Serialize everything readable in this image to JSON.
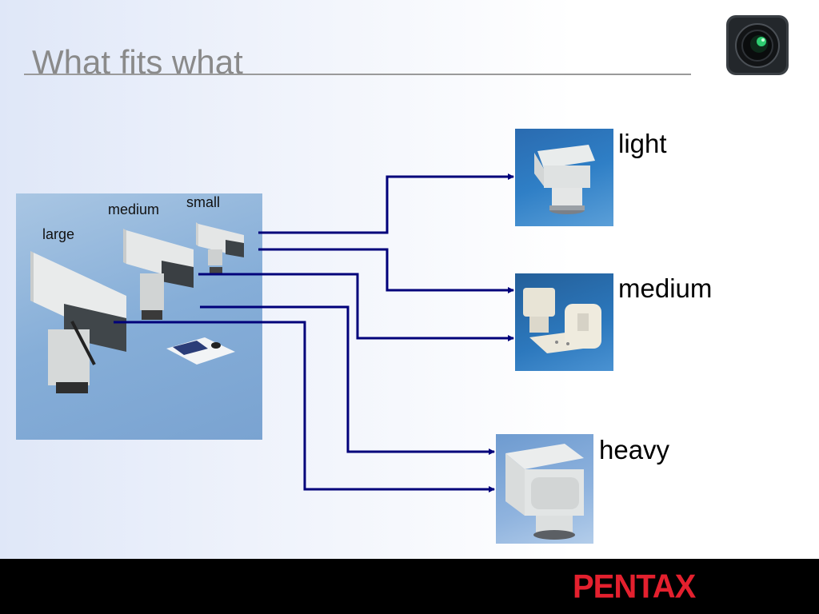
{
  "slide": {
    "title": "What fits what"
  },
  "cameras": {
    "labels": {
      "large": "large",
      "medium": "medium",
      "small": "small"
    }
  },
  "pan_tilt_heads": {
    "light": "light",
    "medium": "medium",
    "heavy": "heavy"
  },
  "footer": {
    "brand": "PENTAX"
  },
  "colors": {
    "arrow": "#00007a",
    "brand": "#e4202e",
    "title": "#8a8a8a",
    "footer_bg": "#000000"
  },
  "icons": {
    "logo": "camera-lens-icon"
  }
}
